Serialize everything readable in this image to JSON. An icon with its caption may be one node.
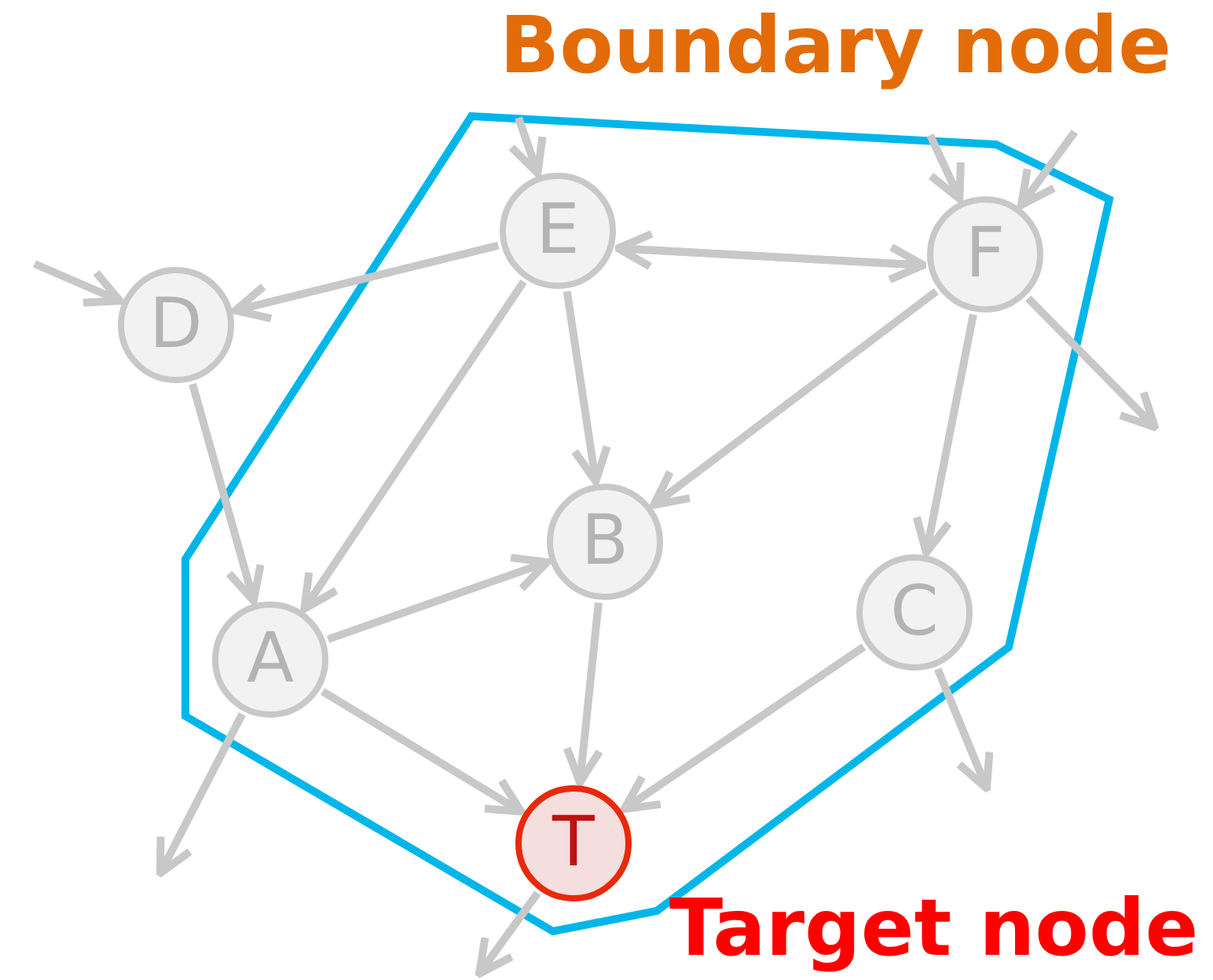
{
  "diagram": {
    "nodes": [
      {
        "text": [
          "E"
        ]
      },
      {
        "text": [
          "F"
        ]
      },
      {
        "text": [
          "D"
        ]
      },
      {
        "text": [
          "B"
        ]
      },
      {
        "text": [
          "C"
        ]
      },
      {
        "text": [
          "A"
        ]
      },
      {
        "text": [
          "T"
        ]
      }
    ],
    "edges": [
      {
        "from": null,
        "to": 0,
        "arrow": "to"
      },
      {
        "from": null,
        "to": 1,
        "arrow": "to"
      },
      {
        "from": null,
        "to": 1,
        "arrow": "to"
      },
      {
        "from": null,
        "to": 2,
        "arrow": "to"
      },
      {
        "from": 1,
        "to": 0,
        "arrow": "to"
      },
      {
        "from": 0,
        "to": 1,
        "arrow": "to"
      },
      {
        "from": 0,
        "to": 2,
        "arrow": "to"
      },
      {
        "from": 0,
        "to": 5,
        "arrow": "to"
      },
      {
        "from": 0,
        "to": 3,
        "arrow": "to"
      },
      {
        "from": 1,
        "to": 3,
        "arrow": "to"
      },
      {
        "from": 1,
        "to": 4,
        "arrow": "to"
      },
      {
        "from": 1,
        "to": null,
        "arrow": "to"
      },
      {
        "from": 2,
        "to": 5,
        "arrow": "to"
      },
      {
        "from": 5,
        "to": 3,
        "arrow": "to"
      },
      {
        "from": 5,
        "to": 6,
        "arrow": "to"
      },
      {
        "from": 3,
        "to": 6,
        "arrow": "to"
      },
      {
        "from": 4,
        "to": 6,
        "arrow": "to"
      },
      {
        "from": 4,
        "to": null,
        "arrow": "to"
      },
      {
        "from": 5,
        "to": null,
        "arrow": "to"
      },
      {
        "from": 6,
        "to": null,
        "arrow": "to"
      }
    ],
    "labels": [
      "Boundary node",
      "Target node"
    ]
  }
}
